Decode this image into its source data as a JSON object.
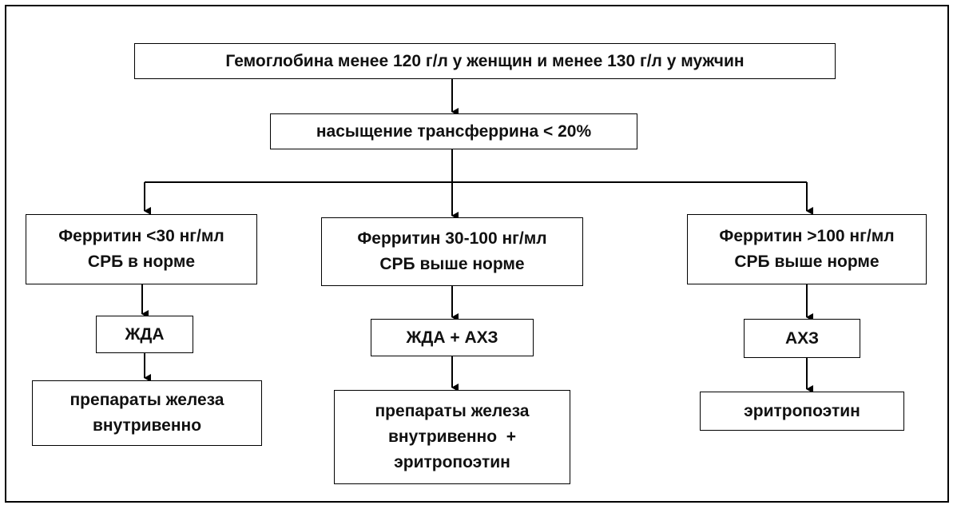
{
  "nodes": {
    "hemoglobin": "Гемоглобина менее 120 г/л у женщин и менее 130 г/л у мужчин",
    "transferrin": "насыщение трансферрина < 20%",
    "ferritin_low": [
      "Ферритин <30 нг/мл",
      "СРБ в норме"
    ],
    "ferritin_mid": [
      "Ферритин 30-100 нг/мл",
      "СРБ выше норме"
    ],
    "ferritin_high": [
      "Ферритин >100 нг/мл",
      "СРБ выше норме"
    ],
    "dx_ida": "ЖДА",
    "dx_ida_acd": "ЖДА + АХЗ",
    "dx_acd": "АХЗ",
    "tx_iron": [
      "препараты железа",
      "внутривенно"
    ],
    "tx_iron_epo": [
      "препараты железа",
      "внутривенно  +",
      "эритропоэтин"
    ],
    "tx_epo": "эритропоэтин"
  },
  "colors": {
    "line": "#000000",
    "text": "#111111"
  }
}
